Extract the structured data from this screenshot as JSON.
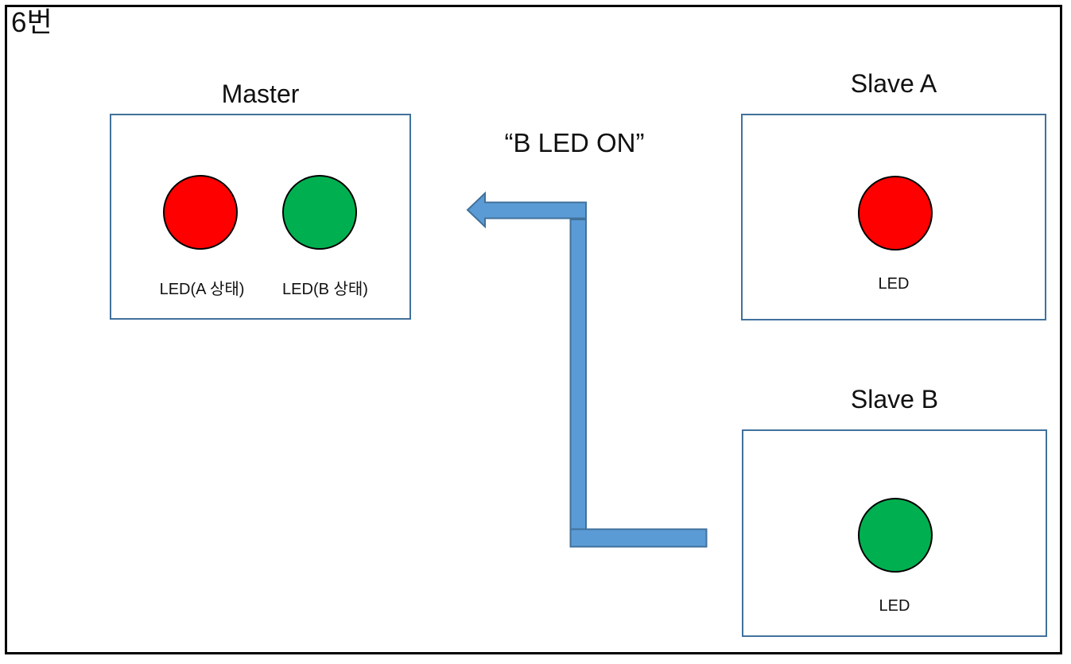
{
  "diagram": {
    "title": "6번",
    "message": {
      "text": "“B LED ON”",
      "from": "Slave B",
      "to": "Master"
    },
    "master": {
      "title": "Master",
      "led_a_label": "LED(A 상태)",
      "led_b_label": "LED(B 상태)"
    },
    "slave_a": {
      "title": "Slave A",
      "led_label": "LED"
    },
    "slave_b": {
      "title": "Slave B",
      "led_label": "LED"
    }
  },
  "colors": {
    "frame_border": "#000000",
    "box_border": "#41719C",
    "led_red": "#FF0000",
    "led_green": "#00B050",
    "led_outline": "#000000",
    "arrow_fill": "#5B9BD5",
    "arrow_outline": "#41719C"
  }
}
